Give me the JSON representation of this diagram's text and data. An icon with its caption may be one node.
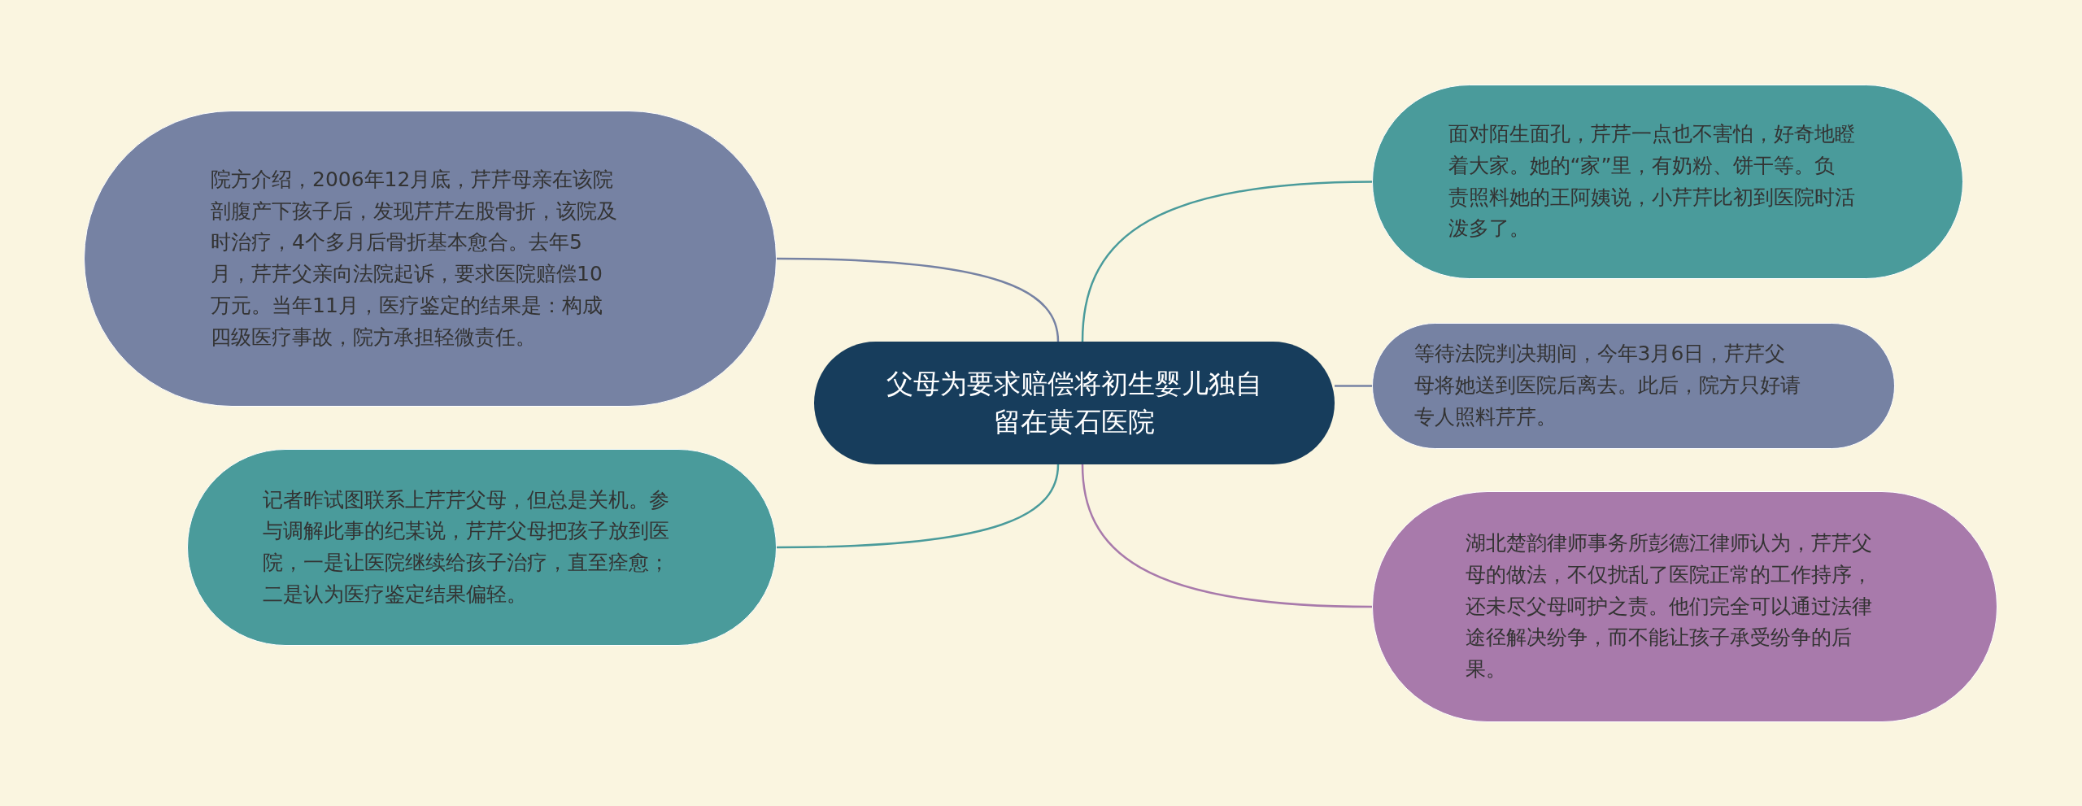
{
  "diagram": {
    "nodes": [
      {
        "text": [
          "父母为要求赔偿将初生婴儿独自留在黄石医院"
        ]
      },
      {
        "text": [
          "院方介绍，2006年12月底，芹芹母亲在该院剖腹产下孩子后，发现芹芹左股骨折，该院及时治疗，4个多月后骨折基本愈合。去年5月，芹芹父亲向法院起诉，要求医院赔偿10万元。当年11月，医疗鉴定的结果是：构成四级医疗事故，院方承担轻微责任。"
        ]
      },
      {
        "text": [
          "记者昨试图联系上芹芹父母，但总是关机。参与调解此事的纪某说，芹芹父母把孩子放到医院，一是让医院继续给孩子治疗，直至痊愈；二是认为医疗鉴定结果偏轻。"
        ]
      },
      {
        "text": [
          "面对陌生面孔，芹芹一点也不害怕，好奇地瞪着大家。她的“家”里，有奶粉、饼干等。负责照料她的王阿姨说，小芹芹比初到医院时活泼多了。"
        ]
      },
      {
        "text": [
          "等待法院判决期间，今年3月6日，芹芹父母将她送到医院后离去。此后，院方只好请专人照料芹芹。"
        ]
      },
      {
        "text": [
          "湖北楚韵律师事务所彭德江律师认为，芹芹父母的做法，不仅扰乱了医院正常的工作持序，还未尽父母呵护之责。他们完全可以通过法律途径解决纷争，而不能让孩子承受纷争的后果。"
        ]
      }
    ],
    "edges": [
      {
        "from": 0,
        "to": 1,
        "arrow": "none",
        "color": "#7682a3"
      },
      {
        "from": 0,
        "to": 2,
        "arrow": "none",
        "color": "#4a9b9b"
      },
      {
        "from": 0,
        "to": 3,
        "arrow": "none",
        "color": "#4a9b9b"
      },
      {
        "from": 0,
        "to": 4,
        "arrow": "none",
        "color": "#7682a3"
      },
      {
        "from": 0,
        "to": 5,
        "arrow": "none",
        "color": "#a87aab"
      }
    ]
  }
}
